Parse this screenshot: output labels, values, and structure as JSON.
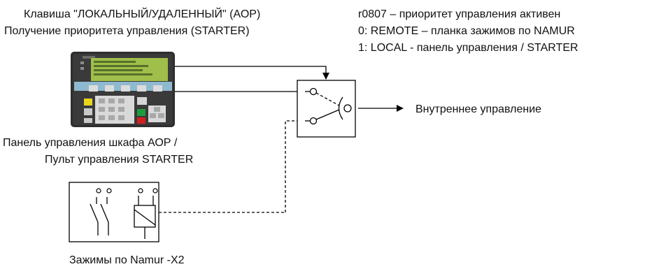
{
  "left_caption": {
    "line1": "Клавиша \"ЛОКАЛЬНЫЙ/УДАЛЕННЫЙ\" (АОР)",
    "line2": "Получение приоритета управления (STARTER)"
  },
  "right_caption": {
    "line1": "r0807 – приоритет управления активен",
    "line2": "0: REMOTE – планка зажимов по NAMUR",
    "line3": "1: LOCAL - панель управления / STARTER"
  },
  "output_label": "Внутреннее  управление",
  "panel_caption": {
    "line1": "Панель управления шкафа АОР /",
    "line2": "Пульт управления STARTER"
  },
  "terminal_caption": "Зажимы  по  Namur  -X2",
  "colors": {
    "line": "#000000",
    "panel_frame": "#2e2e2e",
    "panel_screen": "#9fbf4a",
    "panel_band": "#8fb9cf",
    "panel_keys_bg": "#d9d9d9",
    "key_yellow": "#e8d51e",
    "key_green": "#1f9b3a",
    "key_red": "#d21f1f"
  }
}
